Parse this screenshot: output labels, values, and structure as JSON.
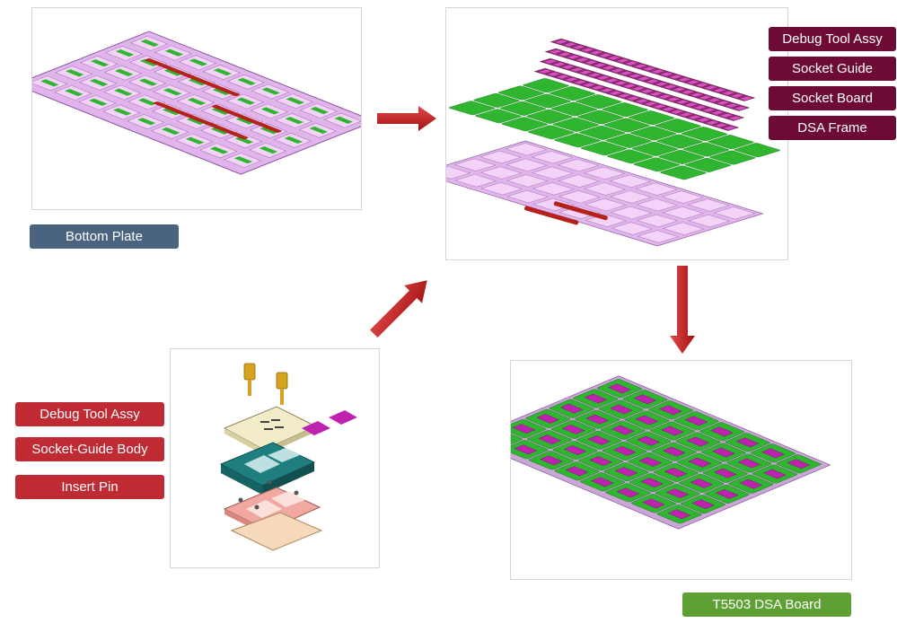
{
  "colors": {
    "bottom_plate_label": "#4a6480",
    "exploded_labels": "#6e0b35",
    "left_labels": "#c02a33",
    "board_label": "#5fa034",
    "arrow_red": "#c41d1d",
    "frame_lilac": "#e2b4ec",
    "frame_edge": "#8a5aa0",
    "pcb_green": "#2fb52f",
    "chip_magenta": "#c022b0",
    "bar_red": "#b3231c",
    "guide_teal": "#1f7f7f",
    "gold": "#d6a41c"
  },
  "panels": {
    "bottom_plate": {
      "label": "Bottom Plate",
      "image_icon": "bottom-plate-3d-render"
    },
    "exploded_view": {
      "labels": [
        "Debug Tool Assy",
        "Socket Guide",
        "Socket Board",
        "DSA Frame"
      ],
      "image_icon": "exploded-assembly-3d-render"
    },
    "debug_tool": {
      "labels": [
        "Debug Tool Assy",
        "Socket-Guide Body",
        "Insert Pin"
      ],
      "image_icon": "debug-tool-exploded-3d-render"
    },
    "dsa_board": {
      "label": "T5503 DSA Board",
      "image_icon": "dsa-board-3d-render"
    }
  },
  "arrows": [
    "arrow-right",
    "arrow-up-right",
    "arrow-down"
  ]
}
